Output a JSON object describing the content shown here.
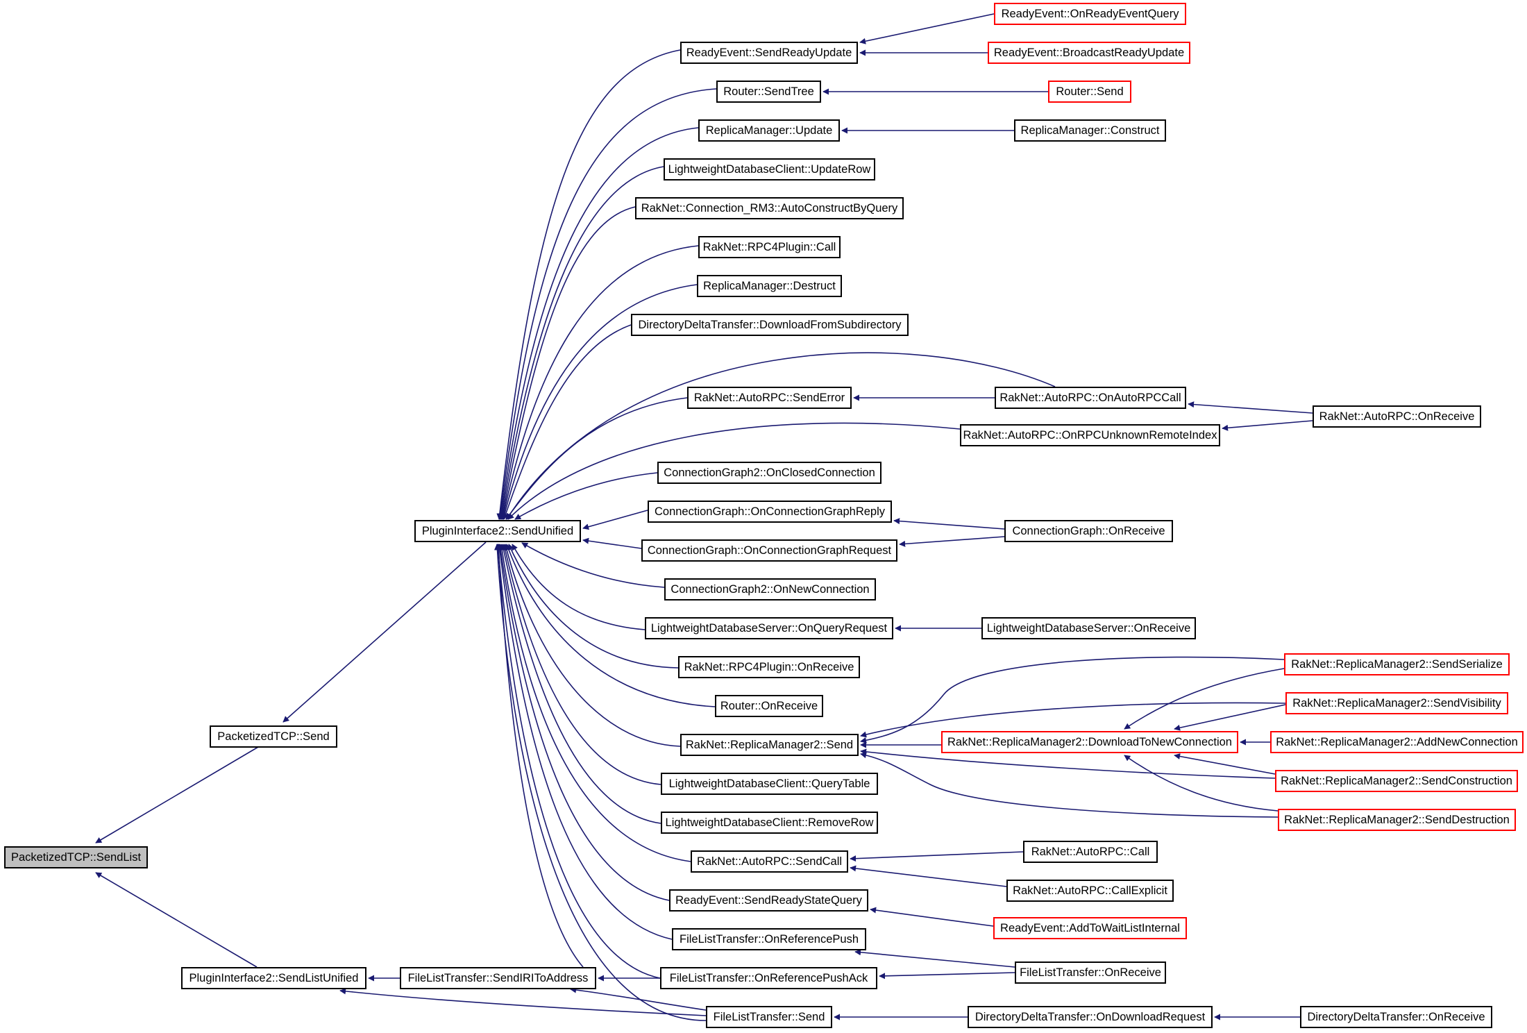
{
  "colors": {
    "edge": "#191970",
    "border": "#000000",
    "truncated_border": "#ff0000",
    "root_fill": "#bfbfbf"
  },
  "nodes": {
    "sendlist": "PacketizedTCP::SendList",
    "ptcp_send": "PacketizedTCP::Send",
    "pi2_sendlistunified": "PluginInterface2::SendListUnified",
    "pi2_sendunified": "PluginInterface2::SendUnified",
    "flt_sendiri": "FileListTransfer::SendIRIToAddress",
    "re_sendreadyupdate": "ReadyEvent::SendReadyUpdate",
    "router_sendtree": "Router::SendTree",
    "rm_update": "ReplicaManager::Update",
    "ldbc_updaterow": "LightweightDatabaseClient::UpdateRow",
    "rm3_autoconstruct": "RakNet::Connection_RM3::AutoConstructByQuery",
    "rpc4_call": "RakNet::RPC4Plugin::Call",
    "rm_destruct": "ReplicaManager::Destruct",
    "ddt_download": "DirectoryDeltaTransfer::DownloadFromSubdirectory",
    "arpc_senderror": "RakNet::AutoRPC::SendError",
    "cg2_onclosed": "ConnectionGraph2::OnClosedConnection",
    "cg_onreply": "ConnectionGraph::OnConnectionGraphReply",
    "cg_onrequest": "ConnectionGraph::OnConnectionGraphRequest",
    "cg2_onnew": "ConnectionGraph2::OnNewConnection",
    "ldbs_onquery": "LightweightDatabaseServer::OnQueryRequest",
    "rpc4_onreceive": "RakNet::RPC4Plugin::OnReceive",
    "router_onreceive": "Router::OnReceive",
    "rm2_send": "RakNet::ReplicaManager2::Send",
    "ldbc_querytable": "LightweightDatabaseClient::QueryTable",
    "ldbc_removerow": "LightweightDatabaseClient::RemoveRow",
    "arpc_sendcall": "RakNet::AutoRPC::SendCall",
    "re_sendreadystate": "ReadyEvent::SendReadyStateQuery",
    "flt_onrefpush": "FileListTransfer::OnReferencePush",
    "flt_onrefpushack": "FileListTransfer::OnReferencePushAck",
    "flt_send": "FileListTransfer::Send",
    "re_onreadyquery": "ReadyEvent::OnReadyEventQuery",
    "re_broadcast": "ReadyEvent::BroadcastReadyUpdate",
    "router_send": "Router::Send",
    "rm_construct": "ReplicaManager::Construct",
    "arpc_onautorpccall": "RakNet::AutoRPC::OnAutoRPCCall",
    "arpc_onrpcunknown": "RakNet::AutoRPC::OnRPCUnknownRemoteIndex",
    "arpc_onreceive": "RakNet::AutoRPC::OnReceive",
    "cg_onreceive": "ConnectionGraph::OnReceive",
    "ldbs_onreceive": "LightweightDatabaseServer::OnReceive",
    "rm2_sendserialize": "RakNet::ReplicaManager2::SendSerialize",
    "rm2_sendvisibility": "RakNet::ReplicaManager2::SendVisibility",
    "rm2_download": "RakNet::ReplicaManager2::DownloadToNewConnection",
    "rm2_addnew": "RakNet::ReplicaManager2::AddNewConnection",
    "rm2_sendconstruction": "RakNet::ReplicaManager2::SendConstruction",
    "rm2_senddestruction": "RakNet::ReplicaManager2::SendDestruction",
    "arpc_call": "RakNet::AutoRPC::Call",
    "arpc_callexplicit": "RakNet::AutoRPC::CallExplicit",
    "re_addtowait": "ReadyEvent::AddToWaitListInternal",
    "flt_onreceive": "FileListTransfer::OnReceive",
    "ddt_ondownload": "DirectoryDeltaTransfer::OnDownloadRequest",
    "ddt_onreceive": "DirectoryDeltaTransfer::OnReceive"
  }
}
